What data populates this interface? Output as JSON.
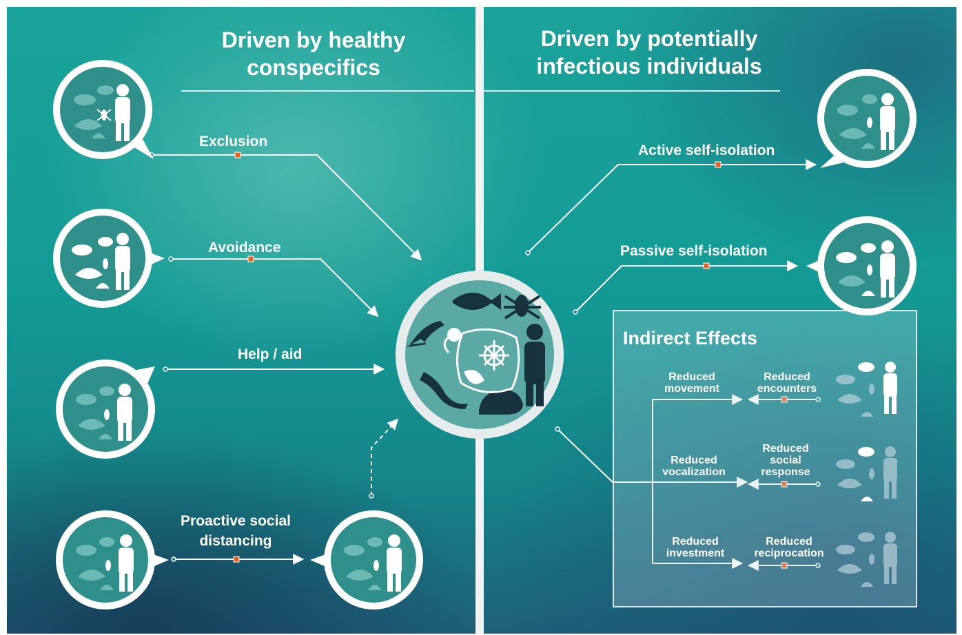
{
  "left_heading": "Driven by healthy conspecifics",
  "right_heading": "Driven by potentially infectious individuals",
  "left": {
    "exclusion": "Exclusion",
    "avoidance": "Avoidance",
    "help_aid": "Help / aid",
    "proactive": "Proactive social distancing"
  },
  "right": {
    "active": "Active self-isolation",
    "passive": "Passive self-isolation"
  },
  "indirect": {
    "title": "Indirect Effects",
    "rows": [
      {
        "left": "Reduced movement",
        "right": "Reduced encounters"
      },
      {
        "left": "Reduced vocalization",
        "right": "Reduced social response"
      },
      {
        "left": "Reduced investment",
        "right": "Reduced reciprocation"
      }
    ]
  },
  "colors": {
    "accent": "#e8611e",
    "line": "#ffffff",
    "bubble_fill": "#2e8f8b",
    "icon_dark": "#17323d"
  }
}
